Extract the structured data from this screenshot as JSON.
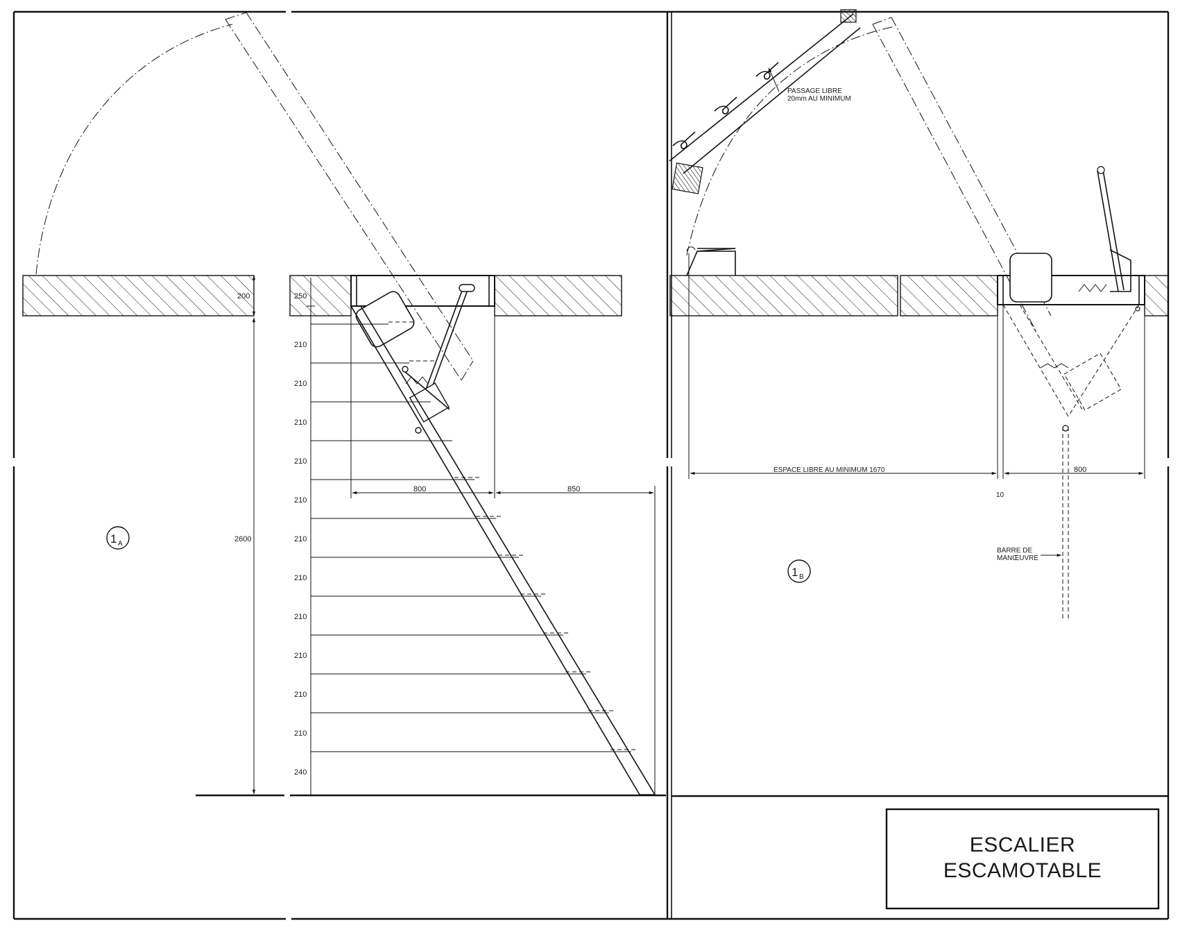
{
  "title": {
    "line1": "ESCALIER",
    "line2": "ESCAMOTABLE"
  },
  "view_a": {
    "label": "1",
    "label_sub": "A",
    "dimensions": {
      "floor_thickness": "200",
      "hatch_depth": "250",
      "total_height": "2600",
      "opening_width": "800",
      "foot_projection": "850",
      "step_spacings": [
        "210",
        "210",
        "210",
        "210",
        "210",
        "210",
        "210",
        "210",
        "210",
        "210",
        "210",
        "240"
      ]
    }
  },
  "view_b": {
    "label": "1",
    "label_sub": "B",
    "notes": {
      "passage_line1": "PASSAGE LIBRE",
      "passage_line2": "20mm AU MINIMUM",
      "clear_space": "ESPACE LIBRE AU MINIMUM 1670",
      "opening_width": "800",
      "gap": "10",
      "bar_line1": "BARRE DE",
      "bar_line2": "MANŒUVRE"
    }
  }
}
